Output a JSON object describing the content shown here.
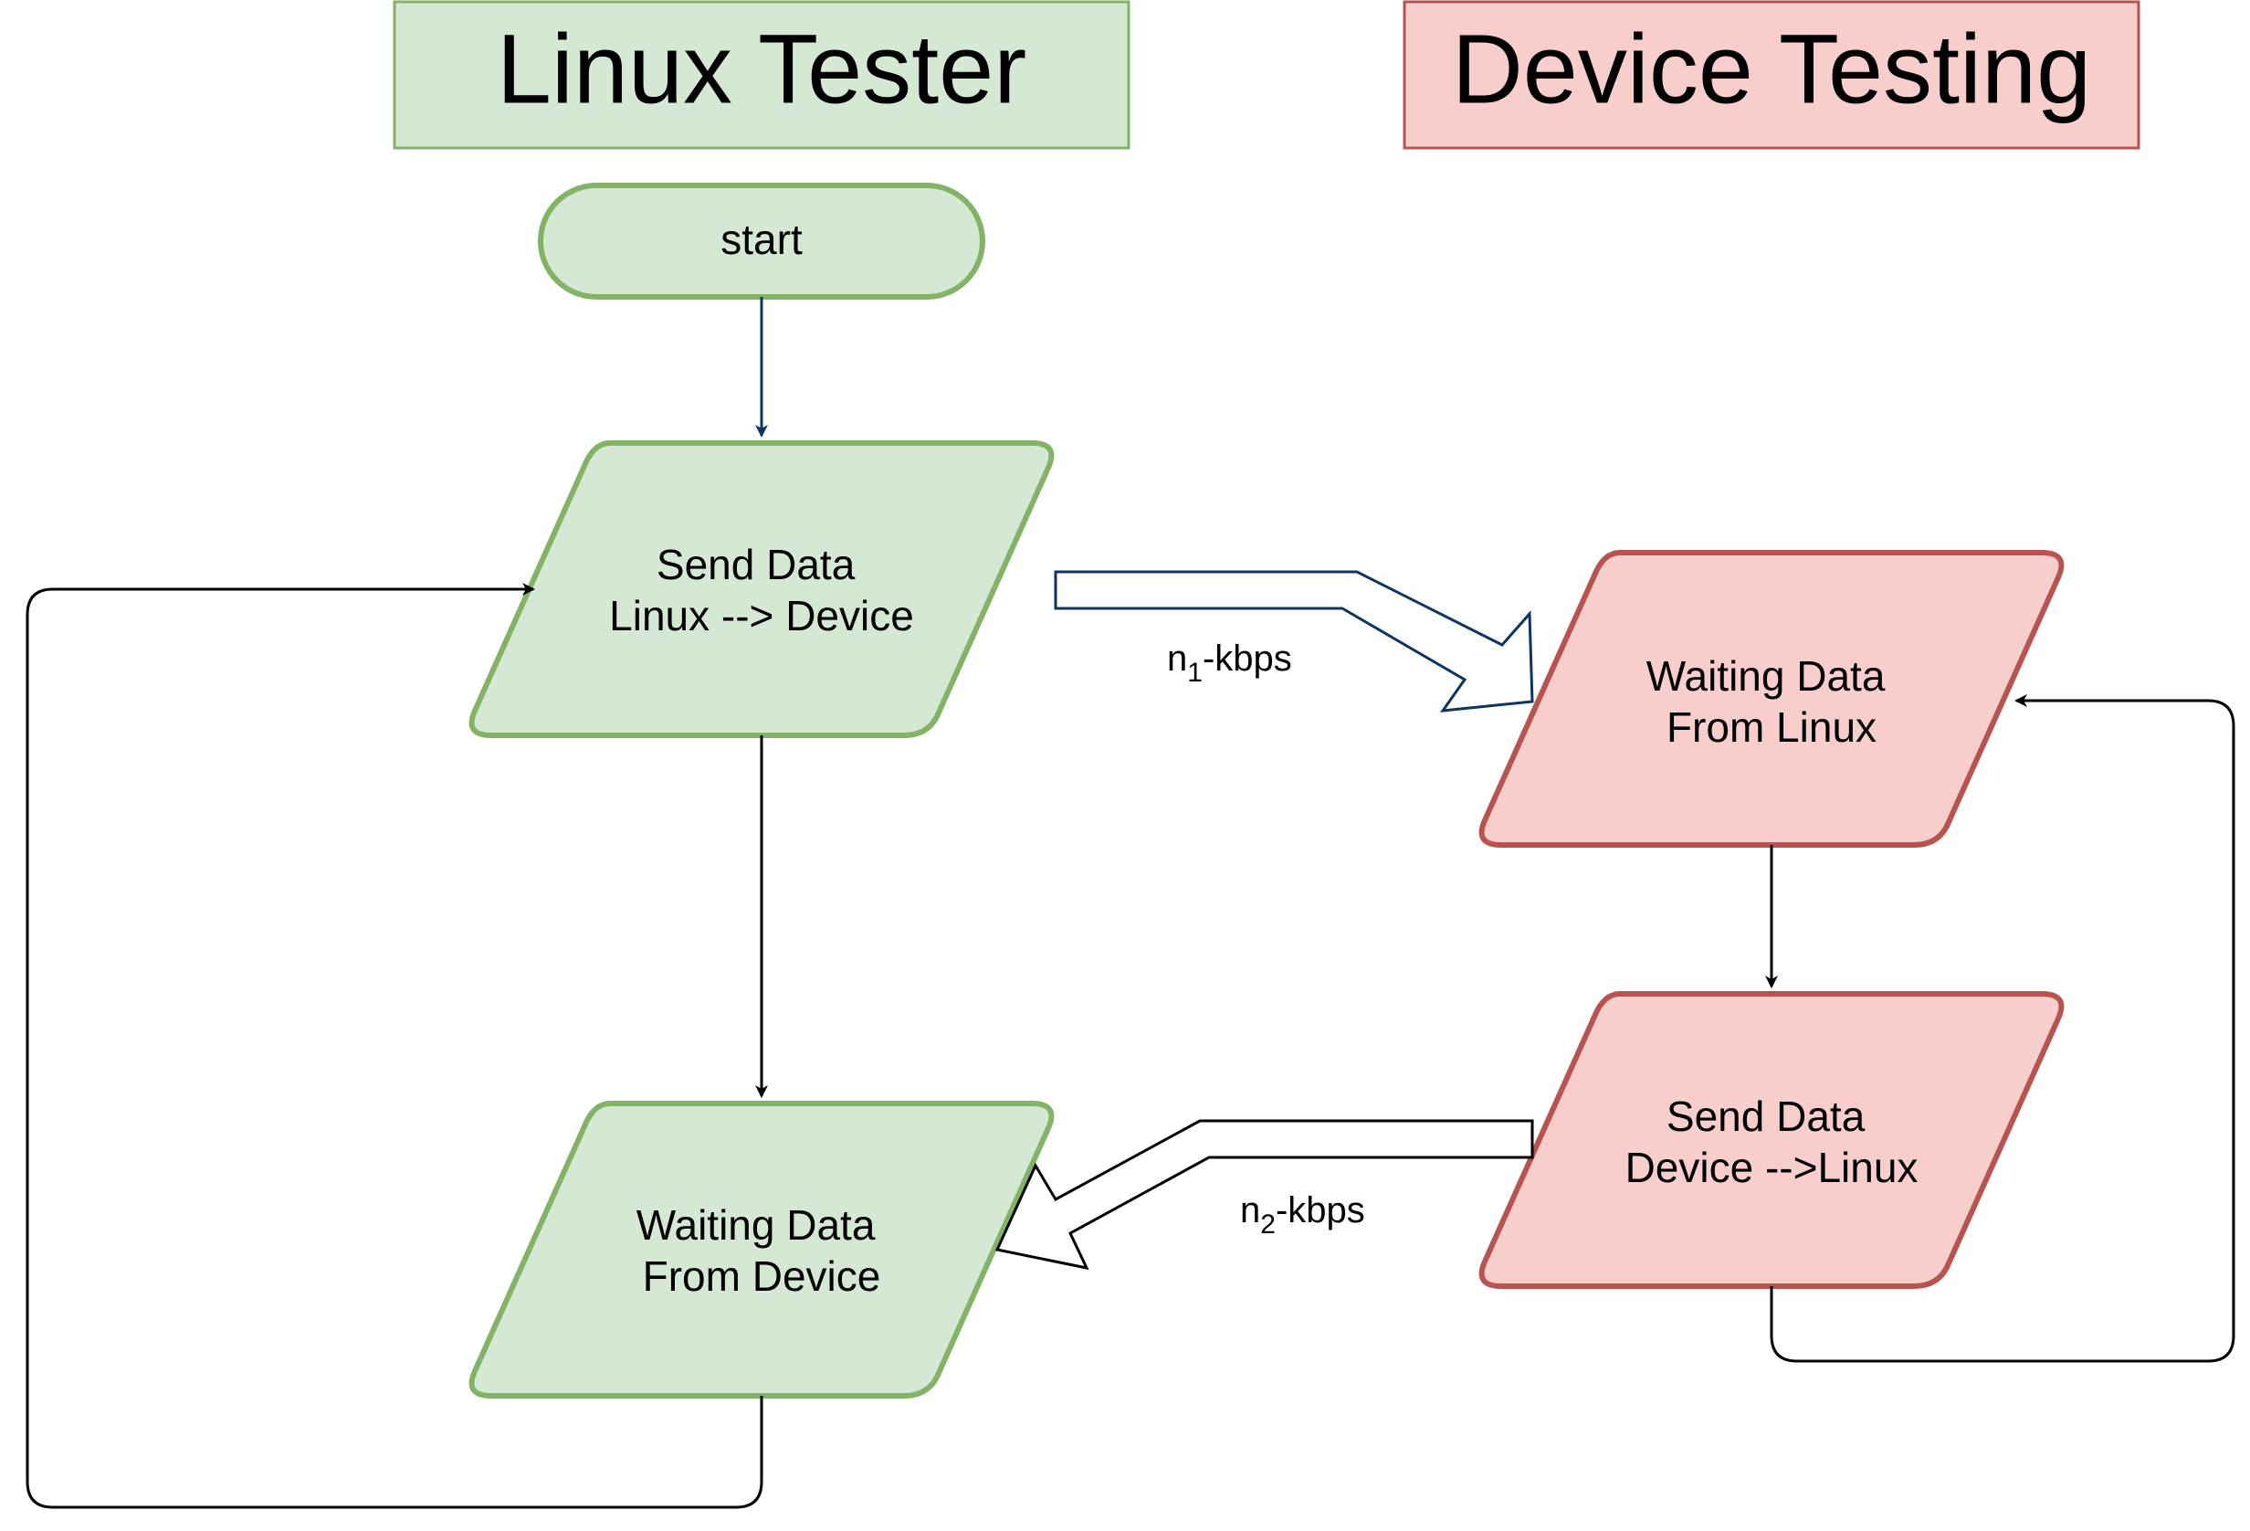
{
  "colors": {
    "green_fill": "#d5e8d4",
    "green_stroke": "#82b366",
    "red_fill": "#f8cecc",
    "red_stroke": "#b85450",
    "dark_blue": "#0e3460",
    "line": "#000000"
  },
  "lanes": {
    "linux_title": "Linux Tester",
    "device_title": "Device Testing"
  },
  "nodes": {
    "start": "start",
    "send_linux": [
      "Send Data",
      "Linux --> Device"
    ],
    "wait_device": [
      "Waiting Data",
      "From Device"
    ],
    "wait_linux": [
      "Waiting Data",
      "From Linux"
    ],
    "send_device": [
      "Send Data",
      "Device -->Linux"
    ]
  },
  "edges": {
    "n1": {
      "base": "n",
      "sub": "1",
      "suffix": "-kbps"
    },
    "n2": {
      "base": "n",
      "sub": "2",
      "suffix": "-kbps"
    }
  }
}
